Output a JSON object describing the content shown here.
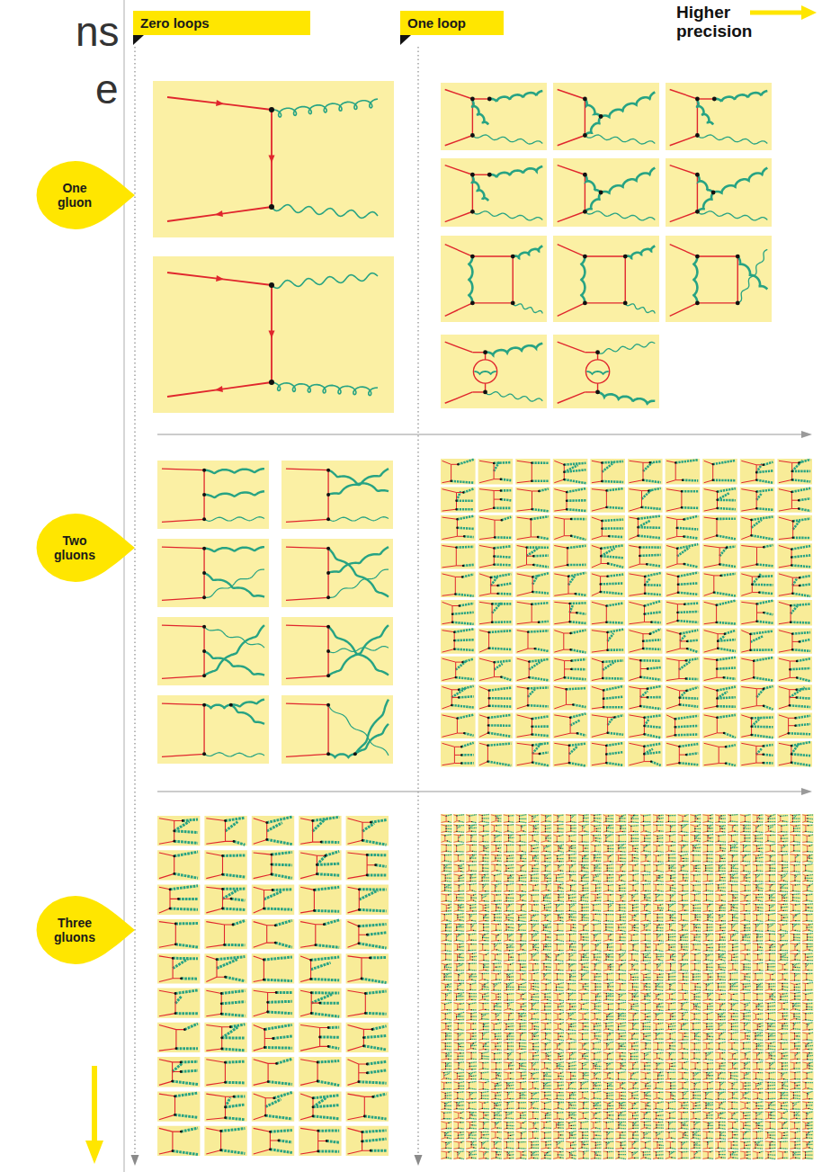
{
  "diagram": {
    "nodes": [
      {
        "text": [
          "Zero loops"
        ]
      },
      {
        "text": [
          "One loop"
        ]
      },
      {
        "text": [
          "One gluon"
        ]
      },
      {
        "text": [
          "Two gluons"
        ]
      },
      {
        "text": [
          "Three gluons"
        ]
      }
    ],
    "labels": [
      "ns",
      "e",
      "Higher precision"
    ]
  }
}
